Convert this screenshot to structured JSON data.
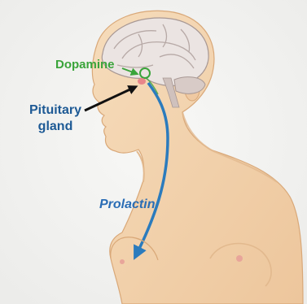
{
  "labels": {
    "dopamine": "Dopamine",
    "pituitary_line1": "Pituitary",
    "pituitary_line2": "gland",
    "prolactin": "Prolactin"
  },
  "colors": {
    "background": "#f3f3f3",
    "skin": "#f2d3ae",
    "skin_shade": "#e2b98e",
    "skin_outline": "#d9a878",
    "brain": "#ebe4e2",
    "brain_fold": "#b7a9a6",
    "dopamine_text": "#3aa43a",
    "pituitary_text": "#1e5a95",
    "prolactin_text": "#2a6db5",
    "arrow_blue": "#2b7bbd",
    "arrow_green": "#3aa43a",
    "pointer_black": "#111111",
    "gland_pink": "#e8868a"
  },
  "icons": [
    "pointer-arrow-icon",
    "prolactin-arrow-icon",
    "dopamine-arrow-icon"
  ]
}
